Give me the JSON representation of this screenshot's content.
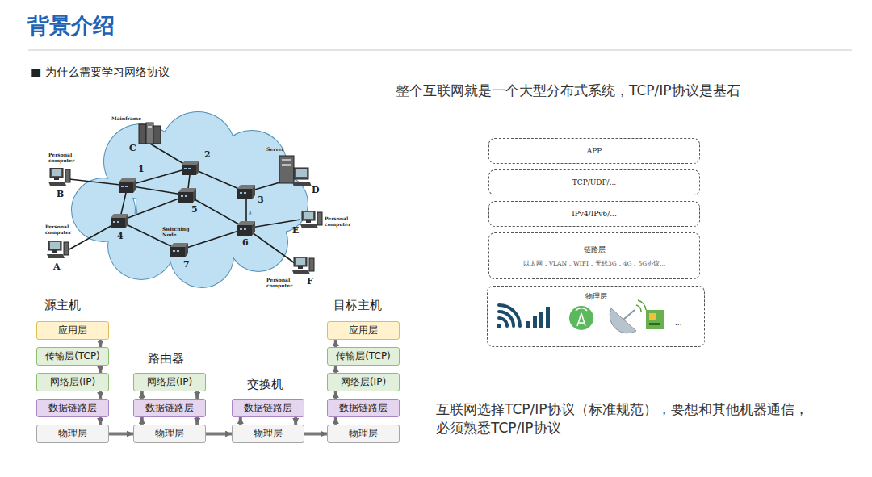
{
  "diagram": {
    "title": "背景介绍",
    "nodes": [
      {
        "text": [
          "应用层"
        ]
      },
      {
        "text": [
          "传输层(TCP)"
        ]
      },
      {
        "text": [
          "网络层(IP)"
        ]
      },
      {
        "text": [
          "数据链路层"
        ]
      },
      {
        "text": [
          "物理层"
        ]
      },
      {
        "text": [
          "网络层(IP)"
        ]
      },
      {
        "text": [
          "数据链路层"
        ]
      },
      {
        "text": [
          "物理层"
        ]
      },
      {
        "text": [
          "数据链路层"
        ]
      },
      {
        "text": [
          "物理层"
        ]
      },
      {
        "text": [
          "应用层"
        ]
      },
      {
        "text": [
          "传输层(TCP)"
        ]
      },
      {
        "text": [
          "网络层(IP)"
        ]
      },
      {
        "text": [
          "数据链路层"
        ]
      },
      {
        "text": [
          "物理层"
        ]
      },
      {
        "text": [
          "APP"
        ]
      },
      {
        "text": [
          "TCP/UDP/..."
        ]
      },
      {
        "text": [
          "IPv4/IPv6/..."
        ]
      },
      {
        "text": [
          "链路层",
          "以太网，VLAN，WIFI，无线3G，4G，5G协议..."
        ]
      },
      {
        "text": [
          "物理层",
          "..."
        ]
      }
    ],
    "edges": [
      {
        "from": 0,
        "to": 1,
        "arrow": "to"
      },
      {
        "from": 1,
        "to": 2,
        "arrow": "to"
      },
      {
        "from": 2,
        "to": 3,
        "arrow": "to"
      },
      {
        "from": 3,
        "to": 4,
        "arrow": "to"
      },
      {
        "from": 4,
        "to": 7,
        "arrow": "to"
      },
      {
        "from": 7,
        "to": 6,
        "arrow": "to"
      },
      {
        "from": 6,
        "to": 5,
        "arrow": "to"
      },
      {
        "from": 5,
        "to": 6,
        "arrow": "to"
      },
      {
        "from": 6,
        "to": 7,
        "arrow": "to"
      },
      {
        "from": 7,
        "to": 9,
        "arrow": "to"
      },
      {
        "from": 9,
        "to": 8,
        "arrow": "to"
      },
      {
        "from": 8,
        "to": 9,
        "arrow": "to"
      },
      {
        "from": 9,
        "to": 14,
        "arrow": "to"
      },
      {
        "from": 14,
        "to": 13,
        "arrow": "to"
      },
      {
        "from": 13,
        "to": 12,
        "arrow": "to"
      },
      {
        "from": 12,
        "to": 11,
        "arrow": "to"
      },
      {
        "from": 11,
        "to": 10,
        "arrow": "to"
      }
    ],
    "labels": [
      "■ 为什么需要学习网络协议",
      "整个互联网就是一个大型分布式系统，TCP/IP协议是基石",
      "Mainframe",
      "C",
      "Personal computer",
      "B",
      "Personal computer",
      "A",
      "Server",
      "D",
      "E",
      "Personal computer",
      "F",
      "Personal computer",
      "Switching Node",
      "1",
      "2",
      "3",
      "4",
      "5",
      "6",
      "7",
      "源主机",
      "路由器",
      "交换机",
      "目标主机",
      "互联网选择TCP/IP协议（标准规范），要想和其他机器通信，必须熟悉TCP/IP协议"
    ]
  }
}
